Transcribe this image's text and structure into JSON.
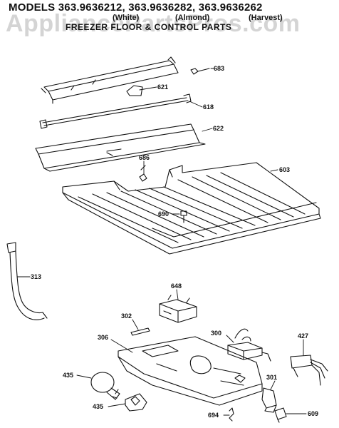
{
  "header": {
    "title": "MODELS 363.9636212, 363.9636282, 363.9636262",
    "color_white": "(White)",
    "color_almond": "(Almond)",
    "color_harvest": "(Harvest)",
    "section": "FREEZER FLOOR & CONTROL PARTS",
    "watermark": "AppliancePartsPros.com"
  },
  "parts": [
    {
      "id": "683",
      "label": "683"
    },
    {
      "id": "621",
      "label": "621"
    },
    {
      "id": "618",
      "label": "618"
    },
    {
      "id": "622",
      "label": "622"
    },
    {
      "id": "686",
      "label": "686"
    },
    {
      "id": "603",
      "label": "603"
    },
    {
      "id": "690",
      "label": "690"
    },
    {
      "id": "313",
      "label": "313"
    },
    {
      "id": "648",
      "label": "648"
    },
    {
      "id": "302",
      "label": "302"
    },
    {
      "id": "300",
      "label": "300"
    },
    {
      "id": "427",
      "label": "427"
    },
    {
      "id": "306",
      "label": "306"
    },
    {
      "id": "435a",
      "label": "435"
    },
    {
      "id": "435b",
      "label": "435"
    },
    {
      "id": "301",
      "label": "301"
    },
    {
      "id": "694",
      "label": "694"
    },
    {
      "id": "609",
      "label": "609"
    }
  ],
  "colors": {
    "ink": "#111111",
    "watermark": "#a0a0a0",
    "background": "#ffffff"
  }
}
